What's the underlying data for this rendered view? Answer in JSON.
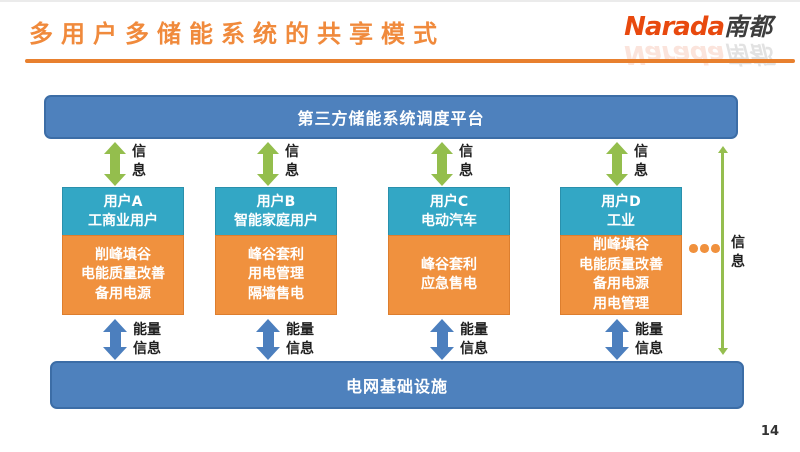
{
  "header": {
    "title": "多用户多储能系统的共享模式",
    "logo_latin": "Narada",
    "logo_cjk": "南都"
  },
  "diagram": {
    "platform_label": "第三方储能系统调度平台",
    "grid_label": "电网基础设施",
    "info_label": "信\n息",
    "energy_info_label": "能量\n信息",
    "users": [
      {
        "name": "用户A",
        "type": "工商业用户",
        "functions": [
          "削峰填谷",
          "电能质量改善",
          "备用电源"
        ]
      },
      {
        "name": "用户B",
        "type": "智能家庭用户",
        "functions": [
          "峰谷套利",
          "用电管理",
          "隔墙售电"
        ]
      },
      {
        "name": "用户C",
        "type": "电动汽车",
        "functions": [
          "峰谷套利",
          "应急售电"
        ]
      },
      {
        "name": "用户D",
        "type": "工业",
        "functions": [
          "削峰填谷",
          "电能质量改善",
          "备用电源",
          "用电管理"
        ]
      }
    ],
    "right_rail": {
      "label": "信\n息"
    }
  },
  "footer": {
    "page_number": "14"
  },
  "colors": {
    "title_orange": "#f08a3c",
    "underline_orange": "#e8802e",
    "bar_blue": "#4e81bd",
    "bar_blue_border": "#3c6da6",
    "user_header_teal": "#33a7c5",
    "user_body_orange": "#f0913e",
    "green_arrow": "#94be4d",
    "blue_arrow": "#4c7fbe",
    "logo_red": "#e8490e"
  }
}
